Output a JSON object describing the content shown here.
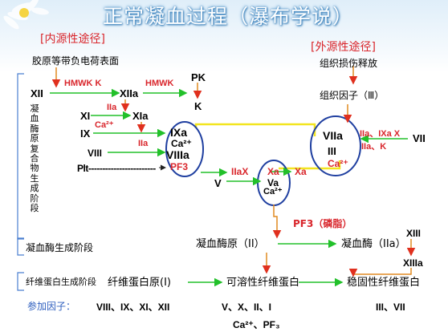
{
  "title": "正常凝血过程（瀑布学说）",
  "intrinsic": {
    "heading": "[内源性途径]",
    "surface_note": "胶原等带负电荷表面"
  },
  "extrinsic": {
    "heading": "[外源性途径]",
    "tissue_damage": "组织损伤释放",
    "tissue_factor": "组织因子（Ⅲ）"
  },
  "stage1_label": [
    "凝",
    "血",
    "酶",
    "原",
    "复",
    "合",
    "物",
    "生",
    "成",
    "阶",
    "段"
  ],
  "stage2_label": "凝血酶生成阶段",
  "stage3_label": "纤维蛋白生成阶段",
  "factors": {
    "xii": "XII",
    "hmwk_k": "HMWK K",
    "xiia": "XIIa",
    "hmwk": "HMWK",
    "pk": "PK",
    "k": "K",
    "xi": "XI",
    "iia_1": "IIa",
    "xia": "XIa",
    "ca2_1": "Ca²⁺",
    "ix": "IX",
    "iia_2": "IIa",
    "viii": "VIII",
    "ixa": "IXa",
    "ca2_2": "Ca²⁺",
    "viiia": "VIIIa",
    "pf3_1": "PF3",
    "plt": "Plt------------------------",
    "v": "V",
    "iia_x": "IIaX",
    "xa_mid": "Xa",
    "va": "Va",
    "ca2_3": "Ca²⁺",
    "xa_right": "Xa",
    "viia": "VIIa",
    "iii": "III",
    "ca2_4": "Ca²⁺",
    "vii_cofactors": "IIa、IXa X",
    "iia_k": "IIa、K",
    "vii": "VII",
    "pf3_phospholipid": "PF3（磷脂）",
    "prothrombin": "凝血酶原（II）",
    "thrombin": "凝血酶（IIa）",
    "xiii": "XIII",
    "xiiia": "XIIIa",
    "fibrinogen": "纤维蛋白原(I)",
    "soluble_fibrin": "可溶性纤维蛋白",
    "stable_fibrin": "稳固性纤维蛋白"
  },
  "participants": {
    "label": "参加因子：",
    "intrinsic": "VIII、IX、XI、XII",
    "common": "V、X、II、I",
    "extrinsic": "III、VII",
    "common_cofactors": "Ca²⁺、PF₃"
  },
  "colors": {
    "arrow_green": "#22c02a",
    "highlight_yellow": "#f2e51f",
    "red_arrow": "#e0301e",
    "title_blue": "#4a90c8"
  }
}
